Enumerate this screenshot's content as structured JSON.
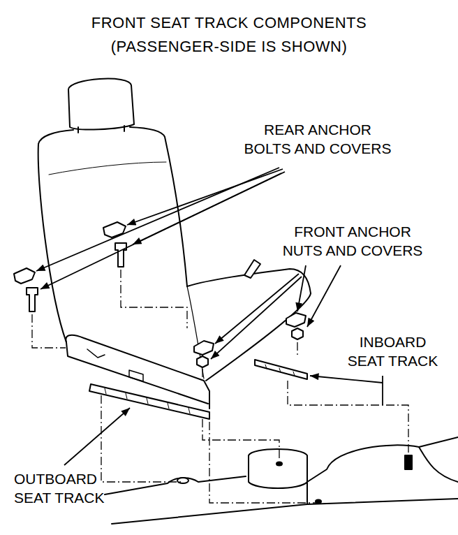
{
  "diagram": {
    "title": "FRONT SEAT TRACK COMPONENTS (PASSENGER-SIDE IS SHOWN)",
    "labels": [
      "REAR ANCHOR BOLTS AND COVERS",
      "FRONT ANCHOR NUTS AND COVERS",
      "INBOARD SEAT TRACK",
      "OUTBOARD SEAT TRACK"
    ]
  }
}
